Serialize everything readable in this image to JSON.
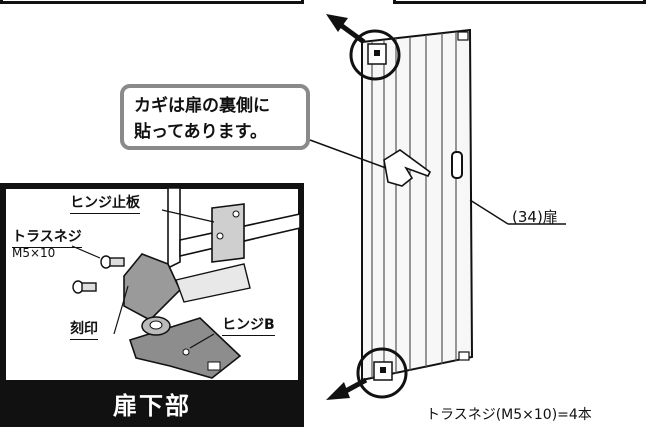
{
  "callout": {
    "line1": "カギは扉の裏側に",
    "line2": "貼ってあります。"
  },
  "door_label": "(34)扉",
  "inset": {
    "title": "扉下部",
    "labels": {
      "hinge_stop": "ヒンジ止板",
      "truss_screw": "トラスネジ",
      "screw_size": "M5×10",
      "stamp": "刻印",
      "hinge_b": "ヒンジB"
    }
  },
  "footer_note": "トラスネジ(M5×10)=4本",
  "colors": {
    "frame": "#111111",
    "callout_border": "#8a8a8a",
    "panel": "#f2f2f2",
    "metal": "#8d8d8d"
  }
}
